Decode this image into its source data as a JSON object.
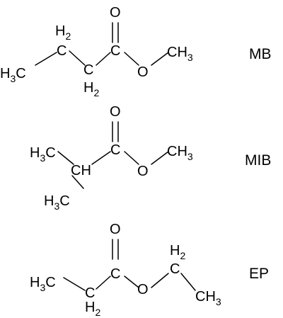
{
  "molecules": [
    {
      "name": "MB",
      "groups": {
        "h3c": {
          "main": "H",
          "sub": "3",
          "tail": "C"
        },
        "ch2_top": {
          "main": "H",
          "sub": "2",
          "base": "C"
        },
        "ch2_bottom": {
          "main": "H",
          "sub": "2",
          "base": "C"
        },
        "carbonyl_c": "C",
        "carbonyl_o": "O",
        "ester_o": "O",
        "ch3": {
          "main": "CH",
          "sub": "3"
        }
      }
    },
    {
      "name": "MIB",
      "groups": {
        "h3c_top": {
          "main": "H",
          "sub": "3",
          "tail": "C"
        },
        "ch": "CH",
        "h3c_bottom": {
          "main": "H",
          "sub": "3",
          "tail": "C"
        },
        "carbonyl_c": "C",
        "carbonyl_o": "O",
        "ester_o": "O",
        "ch3": {
          "main": "CH",
          "sub": "3"
        }
      }
    },
    {
      "name": "EP",
      "groups": {
        "h3c": {
          "main": "H",
          "sub": "3",
          "tail": "C"
        },
        "ch2_bottom": {
          "main": "H",
          "sub": "2",
          "base": "C"
        },
        "carbonyl_c": "C",
        "carbonyl_o": "O",
        "ester_o": "O",
        "ch2_top": {
          "main": "H",
          "sub": "2",
          "base": "C"
        },
        "ch3": {
          "main": "CH",
          "sub": "3"
        }
      }
    }
  ]
}
